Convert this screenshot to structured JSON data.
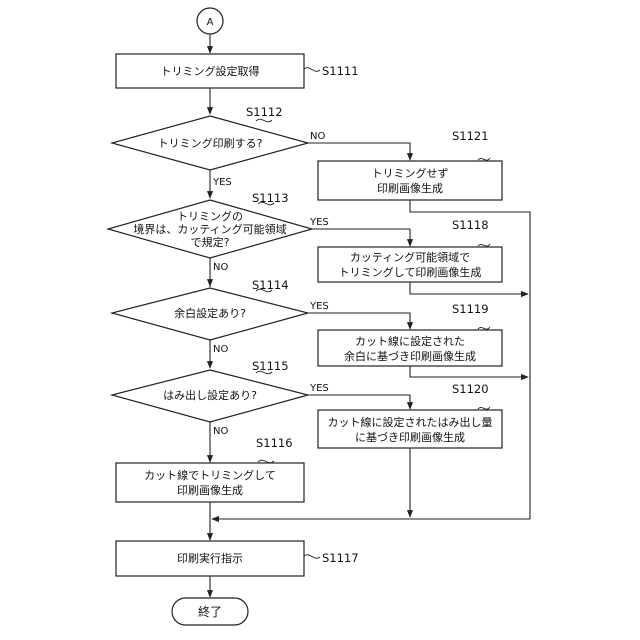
{
  "connector": "A",
  "terminal": "終了",
  "branch": {
    "yes": "YES",
    "no": "NO"
  },
  "processes": {
    "p1111": {
      "step": "S1111",
      "lines": [
        "トリミング設定取得"
      ]
    },
    "p1121": {
      "step": "S1121",
      "lines": [
        "トリミングせず",
        "印刷画像生成"
      ]
    },
    "p1118": {
      "step": "S1118",
      "lines": [
        "カッティング可能領域で",
        "トリミングして印刷画像生成"
      ]
    },
    "p1119": {
      "step": "S1119",
      "lines": [
        "カット線に設定された",
        "余白に基づき印刷画像生成"
      ]
    },
    "p1120": {
      "step": "S1120",
      "lines": [
        "カット線に設定されたはみ出し量",
        "に基づき印刷画像生成"
      ]
    },
    "p1116": {
      "step": "S1116",
      "lines": [
        "カット線でトリミングして",
        "印刷画像生成"
      ]
    },
    "p1117": {
      "step": "S1117",
      "lines": [
        "印刷実行指示"
      ]
    }
  },
  "decisions": {
    "d1112": {
      "step": "S1112",
      "lines": [
        "トリミング印刷する?"
      ]
    },
    "d1113": {
      "step": "S1113",
      "lines": [
        "トリミングの",
        "境界は、カッティング可能領域",
        "で規定?"
      ]
    },
    "d1114": {
      "step": "S1114",
      "lines": [
        "余白設定あり?"
      ]
    },
    "d1115": {
      "step": "S1115",
      "lines": [
        "はみ出し設定あり?"
      ]
    }
  }
}
